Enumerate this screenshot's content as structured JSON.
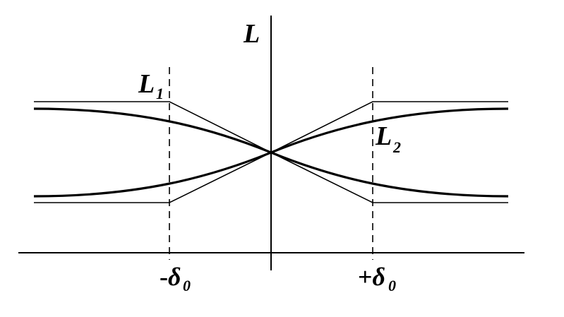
{
  "labels": {
    "y_axis": "L",
    "curve_1": "L",
    "curve_1_sub": "1",
    "curve_2": "L",
    "curve_2_sub": "2",
    "neg_tick_prefix": "-",
    "neg_tick_symbol": "δ",
    "neg_tick_sub": "0",
    "pos_tick_prefix": "+",
    "pos_tick_symbol": "δ",
    "pos_tick_sub": "0"
  },
  "colors": {
    "ink": "#000000",
    "background": "#ffffff"
  }
}
